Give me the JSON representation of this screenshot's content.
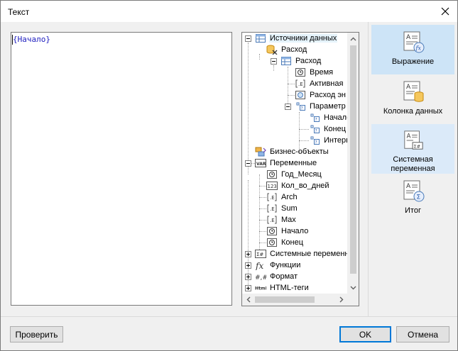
{
  "window": {
    "title": "Текст"
  },
  "editor": {
    "content": "{Начало}"
  },
  "tree": {
    "items": [
      {
        "label": "Источники данных",
        "icon": "datasource-icon"
      },
      {
        "label": "Расход",
        "icon": "database-icon"
      },
      {
        "label": "Расход",
        "icon": "table-icon"
      },
      {
        "label": "Время",
        "icon": "clock-icon"
      },
      {
        "label": "Активная",
        "icon": "expression-icon"
      },
      {
        "label": "Расход эн",
        "icon": "column-icon"
      },
      {
        "label": "Параметр",
        "icon": "parameter-icon"
      },
      {
        "label": "Начало",
        "icon": "parameter-icon"
      },
      {
        "label": "Конец",
        "icon": "parameter-icon"
      },
      {
        "label": "Интерв",
        "icon": "parameter-icon"
      },
      {
        "label": "Бизнес-объекты",
        "icon": "business-objects-icon"
      },
      {
        "label": "Переменные",
        "icon": "variables-icon"
      },
      {
        "label": "Год_Месяц",
        "icon": "clock-icon"
      },
      {
        "label": "Кол_во_дней",
        "icon": "number-icon"
      },
      {
        "label": "Arch",
        "icon": "expression-icon"
      },
      {
        "label": "Sum",
        "icon": "expression-icon"
      },
      {
        "label": "Max",
        "icon": "expression-icon"
      },
      {
        "label": "Начало",
        "icon": "clock-icon"
      },
      {
        "label": "Конец",
        "icon": "clock-icon"
      },
      {
        "label": "Системные переменн",
        "icon": "system-variable-icon"
      },
      {
        "label": "Функции",
        "icon": "function-icon"
      },
      {
        "label": "Формат",
        "icon": "format-icon"
      },
      {
        "label": "HTML-теги",
        "icon": "html-icon"
      }
    ]
  },
  "side": {
    "expression": "Выражение",
    "data_column": "Колонка данных",
    "system_variable": "Системная переменная",
    "total": "Итог"
  },
  "buttons": {
    "check": "Проверить",
    "ok": "OK",
    "cancel": "Отмена"
  }
}
